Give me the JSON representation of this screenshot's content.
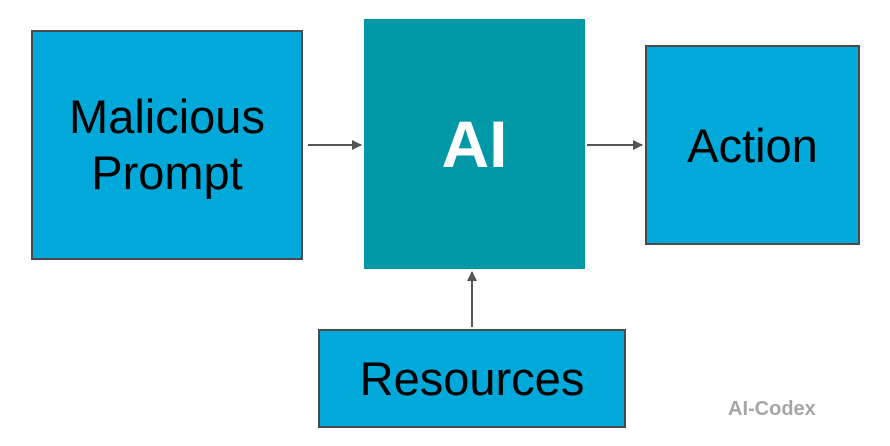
{
  "diagram": {
    "nodes": {
      "malicious_prompt": {
        "line1": "Malicious",
        "line2": "Prompt"
      },
      "ai": {
        "label": "AI"
      },
      "action": {
        "label": "Action"
      },
      "resources": {
        "label": "Resources"
      }
    },
    "edges": [
      {
        "from": "Malicious Prompt",
        "to": "AI"
      },
      {
        "from": "AI",
        "to": "Action"
      },
      {
        "from": "Resources",
        "to": "AI"
      }
    ]
  },
  "watermark": "AI-Codex",
  "colors": {
    "box_fill": "#00a9d9",
    "ai_fill": "#0097a7",
    "box_border": "#4a4a4a",
    "arrow": "#555555",
    "watermark": "#a6a6a6"
  }
}
